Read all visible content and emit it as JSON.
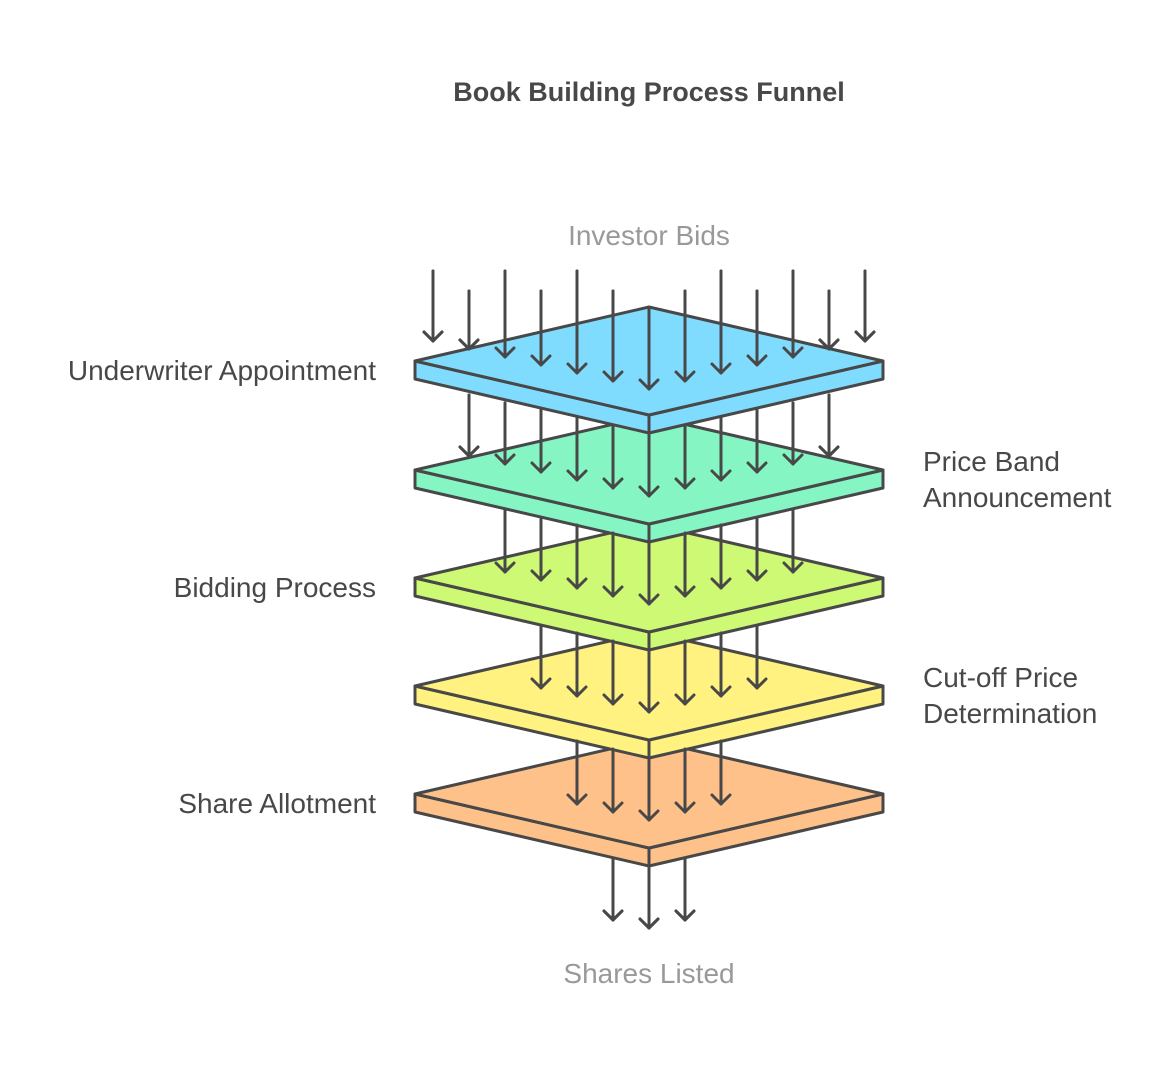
{
  "title": "Book Building Process Funnel",
  "input_caption": "Investor Bids",
  "output_caption": "Shares Listed",
  "stages": [
    {
      "label_lines": [
        "Underwriter Appointment"
      ],
      "side": "left",
      "color": "#80dcff"
    },
    {
      "label_lines": [
        "Price Band",
        "Announcement"
      ],
      "side": "right",
      "color": "#85f5c4"
    },
    {
      "label_lines": [
        "Bidding Process"
      ],
      "side": "left",
      "color": "#cdf974"
    },
    {
      "label_lines": [
        "Cut-off Price",
        "Determination"
      ],
      "side": "right",
      "color": "#fff280"
    },
    {
      "label_lines": [
        "Share Allotment"
      ],
      "side": "left",
      "color": "#ffc18a"
    }
  ],
  "colors": {
    "stroke": "#484848",
    "caption": "#999999"
  }
}
